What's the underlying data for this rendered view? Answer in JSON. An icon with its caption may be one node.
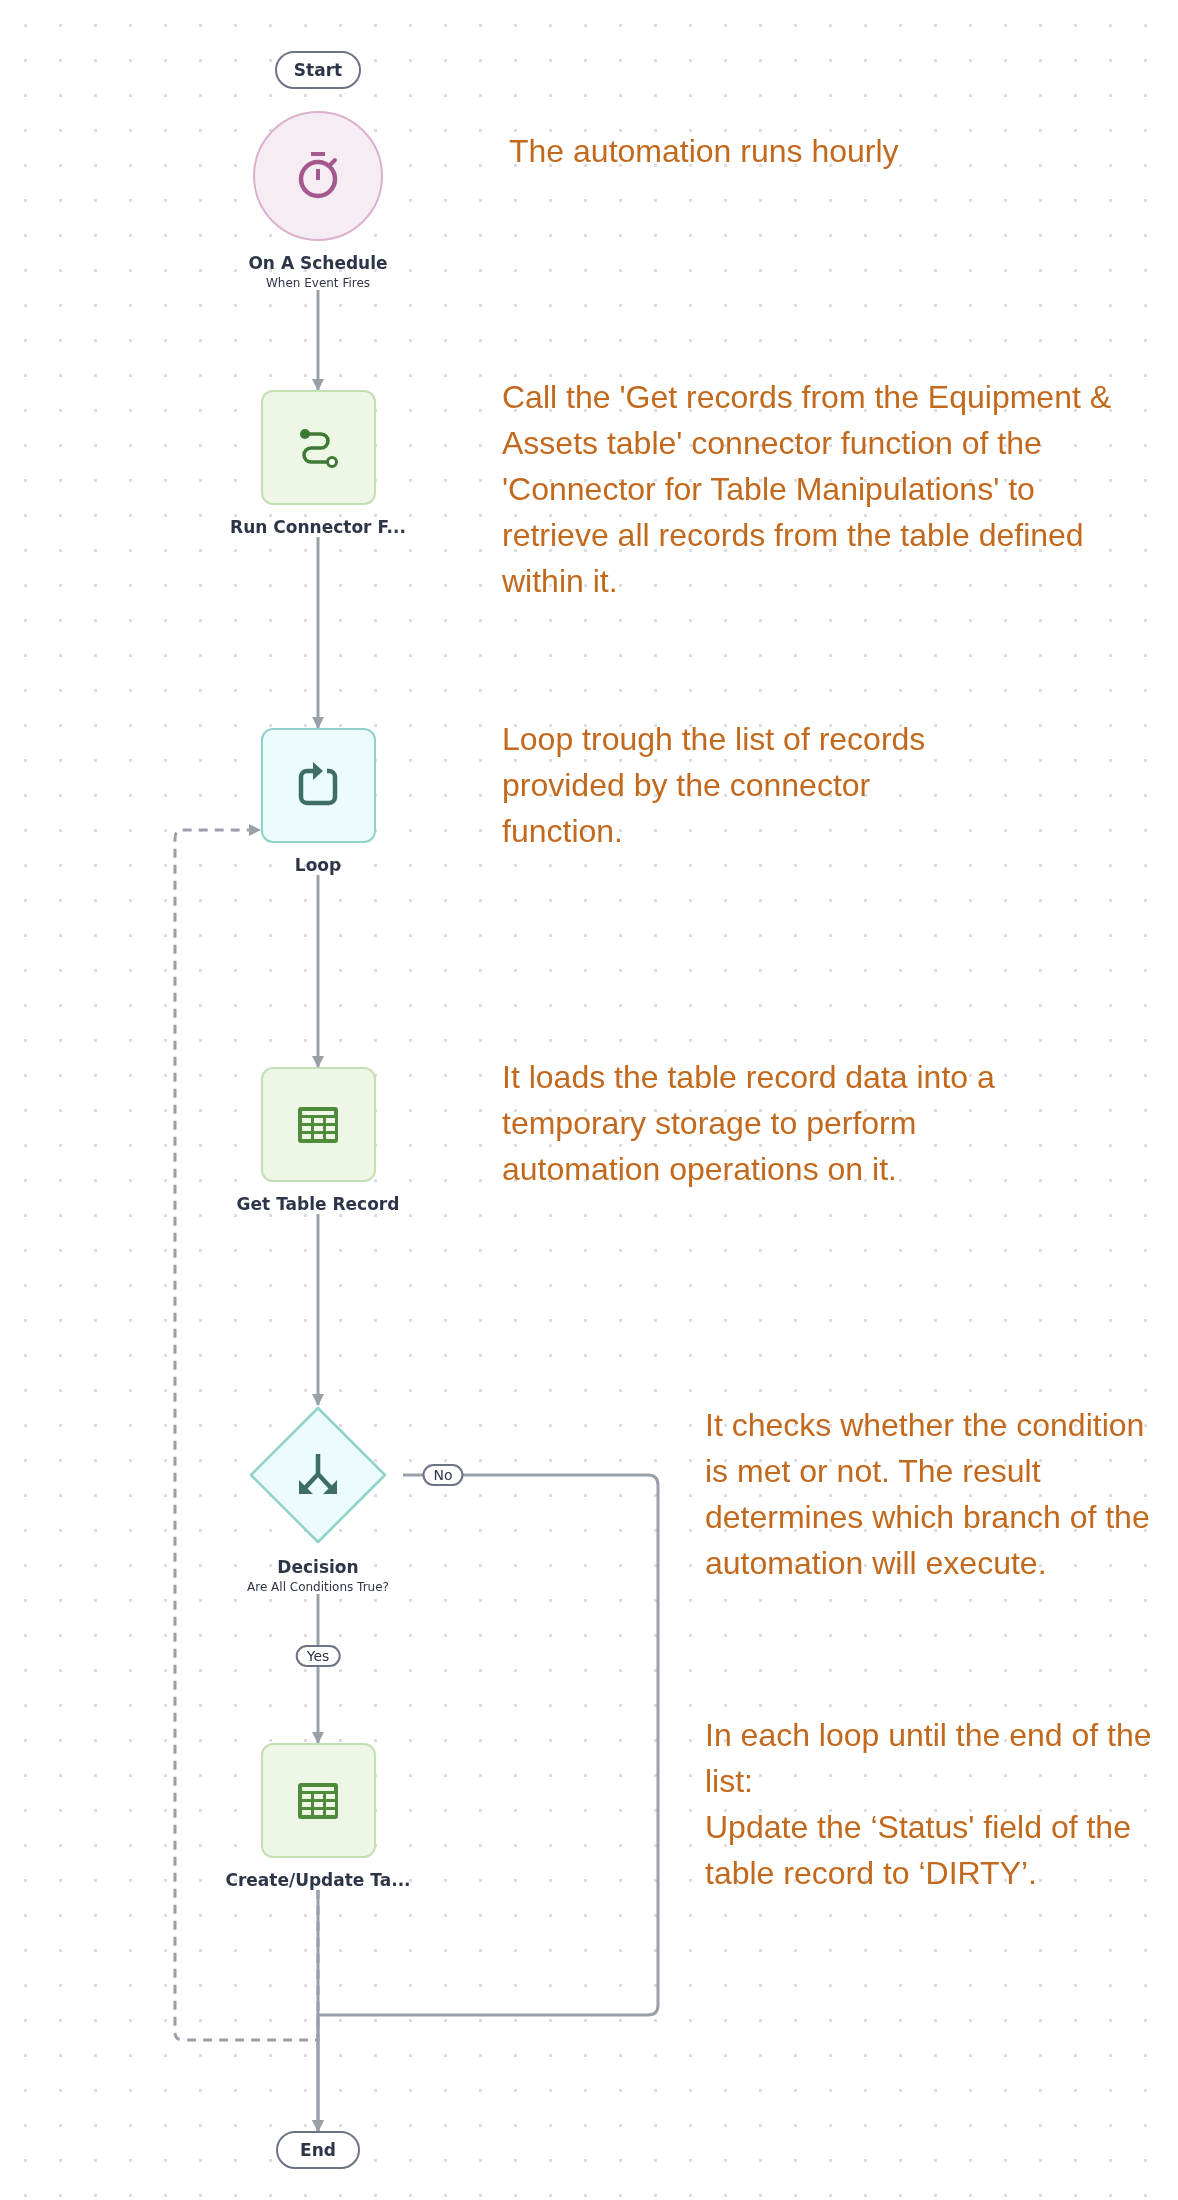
{
  "diagram": {
    "nodes": [
      {
        "text": [
          "Start"
        ]
      },
      {
        "text": [
          "On A Schedule",
          "When Event Fires"
        ]
      },
      {
        "text": [
          "Run Connector F..."
        ]
      },
      {
        "text": [
          "Loop"
        ]
      },
      {
        "text": [
          "Get Table Record"
        ]
      },
      {
        "text": [
          "Decision",
          "Are All Conditions True?"
        ]
      },
      {
        "text": [
          "Create/Update Ta..."
        ]
      },
      {
        "text": [
          "End"
        ]
      }
    ],
    "edges": [
      {
        "from": 1,
        "to": 2,
        "arrow": "to"
      },
      {
        "from": 2,
        "to": 3,
        "arrow": "to"
      },
      {
        "from": 3,
        "to": 4,
        "arrow": "to"
      },
      {
        "from": 4,
        "to": 5,
        "arrow": "to"
      },
      {
        "from": 5,
        "to": 6,
        "arrow": "to",
        "label": "Yes"
      },
      {
        "from": 5,
        "to": 7,
        "arrow": "to",
        "label": "No"
      },
      {
        "from": 6,
        "to": 7,
        "arrow": "to"
      },
      {
        "from": 6,
        "to": 3,
        "arrow": "to",
        "style": "dashed"
      }
    ],
    "labels": [
      "The automation runs hourly",
      "Call the 'Get records from the Equipment & Assets table' connector function of the 'Connector for Table Manipulations' to retrieve all records from the table defined within it.",
      "Loop trough the list of records provided by the connector function.",
      "It loads the table record data into a temporary storage to perform automation operations on it.",
      "It checks whether the condition is met or not. The result determines which branch of the automation will execute.",
      "In each loop until the end of the list:",
      "Update the ‘Status' field of the table record to ‘DIRTY’."
    ]
  }
}
